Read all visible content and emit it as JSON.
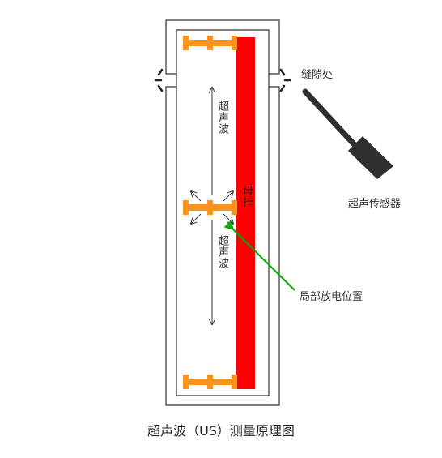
{
  "labels": {
    "gap": "缝隙处",
    "sensor": "超声传感器",
    "wave_upper": "超声波",
    "wave_lower": "超声波",
    "bar": "母排",
    "discharge": "局部放电位置"
  },
  "caption": "超声波（US）测量原理图",
  "colors": {
    "bar": "#ff0000",
    "insulator": "#f7931e",
    "arrow": "#00aa00",
    "sensor": "#2f2f2f",
    "enclosure": "#333333"
  }
}
